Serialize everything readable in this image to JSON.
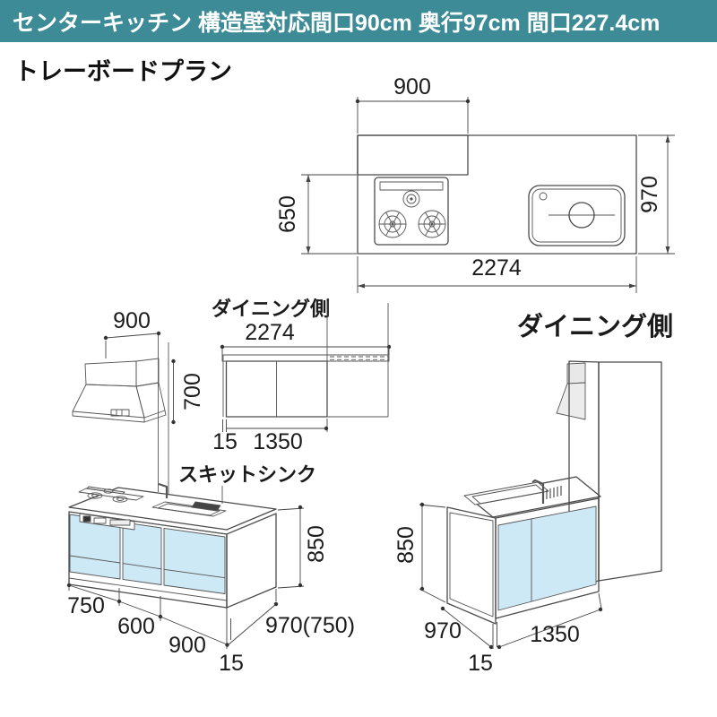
{
  "header": {
    "title": "センターキッチン 構造壁対応間口90cm 奥行97cm 間口227.4cm"
  },
  "page": {
    "subtitle": "トレーボードプラン"
  },
  "colors": {
    "header_bg": "#3C8B96",
    "header_text": "#FFFFFF",
    "panel_blue": "#CEE9F6",
    "panel_blue_side": "#BFE2F2",
    "line": "#4A4A4A"
  },
  "plan_view": {
    "dim_wall_width": "900",
    "dim_left_depth": "650",
    "dim_right_depth": "970",
    "dim_total_width": "2274"
  },
  "hood_view": {
    "dim_width": "900",
    "dim_height": "700"
  },
  "tray_elevation": {
    "label": "ダイニング側",
    "dim_total": "2274",
    "dim_offset": "15",
    "dim_board": "1350"
  },
  "dining_view": {
    "label": "ダイニング側",
    "dim_height": "850",
    "dim_depth": "970",
    "dim_offset": "15",
    "dim_width": "1350"
  },
  "front_view": {
    "sink_label": "スキットシンク",
    "dim_cab1": "750",
    "dim_cab2": "600",
    "dim_cab3": "900",
    "dim_end": "15",
    "dim_depth": "970(750)",
    "dim_height": "850"
  }
}
